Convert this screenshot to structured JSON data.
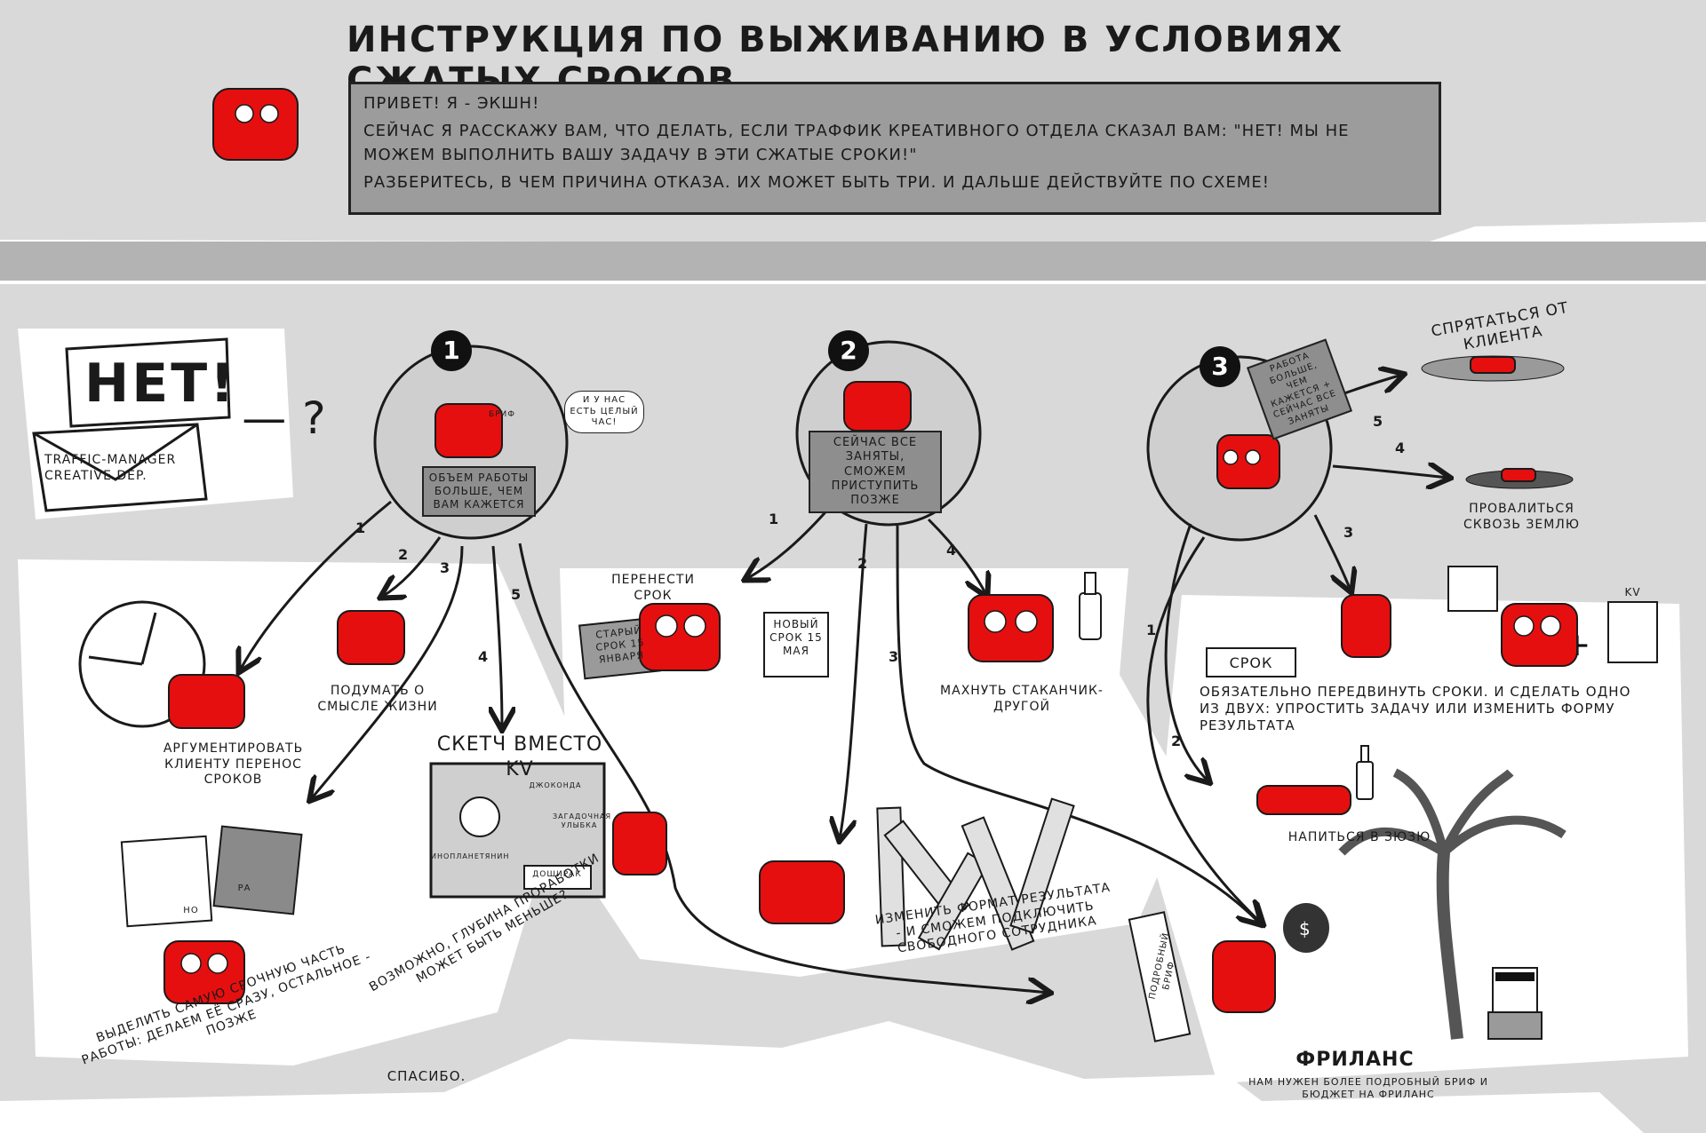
{
  "title": "Инструкция по выживанию в условиях сжатых сроков.",
  "intro": {
    "greeting": "Привет! Я - Экшн!",
    "line1": "Сейчас я расскажу вам, что делать, если траффик креативного отдела сказал вам: \"НЕТ! Мы не можем выполнить вашу задачу в эти сжатые сроки!\"",
    "line2": "Разберитесь, в чем причина отказа. Их может быть три. И дальше действуйте по схеме!"
  },
  "letter": {
    "no": "НЕТ!",
    "sender": "Traffic-manager creative dep.",
    "question": "— ?"
  },
  "reason1": {
    "number": "1",
    "sign": "Объем работы больше, чем вам кажется",
    "bubble": "И у нас есть целый час!",
    "phone_label": "Бриф"
  },
  "reason2": {
    "number": "2",
    "sign": "Сейчас все заняты, сможем приступить позже"
  },
  "reason3": {
    "number": "3",
    "sign": "Работа больше, чем кажется + сейчас все заняты"
  },
  "edges": {
    "r1": [
      "1",
      "2",
      "3",
      "4",
      "5"
    ],
    "r2": [
      "1",
      "2",
      "3",
      "4"
    ],
    "r3": [
      "1",
      "2",
      "3",
      "4",
      "5"
    ]
  },
  "outcomes": {
    "argue": "Аргументировать клиенту перенос сроков",
    "think": "Подумать о смысле жизни",
    "sketch_title": "Скетч вместо KV",
    "sketch_labels": [
      "Инопланетянин",
      "Джоконда",
      "Загадочная улыбка",
      "Доширак"
    ],
    "depth": "Возможно, глубина проработки может быть меньше?",
    "urgent": "Выделить самую срочную часть работы: делаем её сразу, остальное - позже",
    "urgent_tags": [
      "Но",
      "Ра"
    ],
    "move_deadline": "Перенести срок",
    "old_deadline": "Старый срок 15 января",
    "new_deadline": "Новый срок 15 мая",
    "drink_glass": "Махнуть стаканчик-другой",
    "kv_letters": "KV",
    "change_format": "Изменить формат результата - и сможем подключить свободного сотрудника",
    "hide": "Спрятаться от клиента",
    "fall": "Провалиться сквозь землю",
    "deadline_label": "Срок",
    "kv_small": "KV",
    "move_and_do": "Обязательно передвинуть сроки. И сделать одно из двух: упростить задачу или изменить форму результата",
    "drunk": "Напиться в зюзю",
    "brief": "Подробный бриф",
    "freelance_title": "Фриланс",
    "freelance_text": "Нам нужен более подробный бриф и бюджет на фриланс"
  },
  "thanks": "Спасибо.",
  "colors": {
    "background_gray": "#d9d9d9",
    "band_gray": "#b3b3b3",
    "intro_box": "#9c9c9c",
    "mascot_red": "#e60f0f",
    "ink": "#1a1a1a"
  },
  "icons": [
    "envelope-icon",
    "clock-icon",
    "phone-icon",
    "sketch-board-icon",
    "bottle-icon",
    "money-bag-icon",
    "palm-tree-icon",
    "sunglasses-icon"
  ]
}
